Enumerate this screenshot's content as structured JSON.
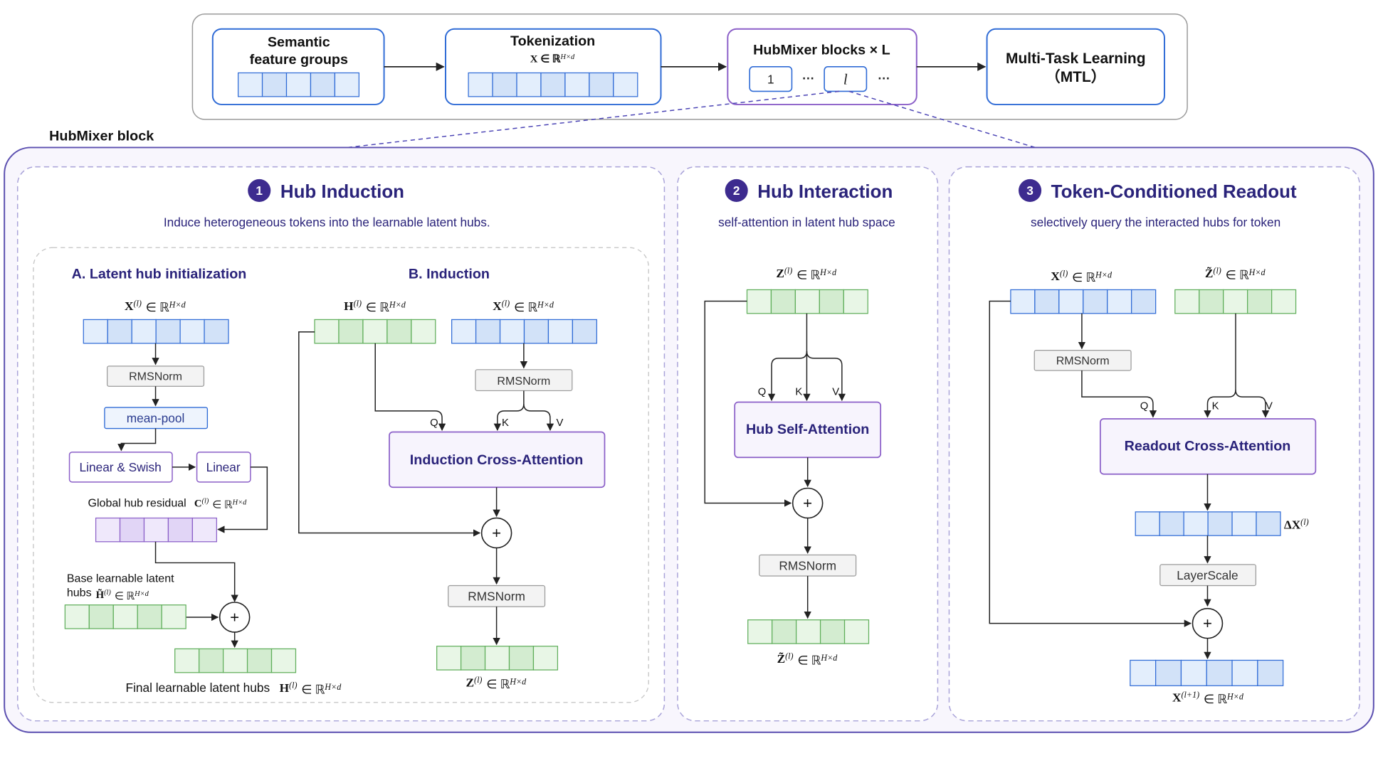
{
  "overview": {
    "semantic": "Semantic\nfeature groups",
    "tokenization": "Tokenization",
    "tokenization_math": "X ∈ ℝ^{H×d}",
    "hubmixer_blocks": "HubMixer blocks × L",
    "block_1": "1",
    "block_l": "l",
    "ellipsis": "···",
    "mtl": "Multi-Task Learning\n（MTL）"
  },
  "block_title": "HubMixer block",
  "panel1": {
    "number": "1",
    "title": "Hub Induction",
    "subtitle": "Induce heterogeneous tokens into the learnable latent hubs.",
    "sectionA": "A. Latent hub initialization",
    "sectionB": "B. Induction",
    "x_math": "X^{(l)} ∈ ℝ^{H×d}",
    "h_math": "H^{(l)} ∈ ℝ^{H×d}",
    "rmsnorm": "RMSNorm",
    "meanpool": "mean-pool",
    "linear_swish": "Linear & Swish",
    "linear": "Linear",
    "global_residual": "Global hub residual",
    "c_math": "C^{(l)} ∈ ℝ^{H×d}",
    "base_hubs": "Base learnable latent\nhubs",
    "htilde_math": "H̃^{(l)} ∈ ℝ^{H×d}",
    "final_hubs": "Final learnable latent hubs",
    "hfinal_math": "H^{(l)} ∈ ℝ^{H×d}",
    "induction_ca": "Induction Cross-Attention",
    "q": "Q",
    "k": "K",
    "v": "V",
    "z_math": "Z^{(l)} ∈ ℝ^{H×d}",
    "plus": "+"
  },
  "panel2": {
    "number": "2",
    "title": "Hub Interaction",
    "subtitle": "self-attention in latent hub space",
    "z_math": "Z^{(l)} ∈ ℝ^{H×d}",
    "hub_sa": "Hub Self-Attention",
    "rmsnorm": "RMSNorm",
    "ztilde_math": "Z̃^{(l)} ∈ ℝ^{H×d}",
    "q": "Q",
    "k": "K",
    "v": "V",
    "plus": "+"
  },
  "panel3": {
    "number": "3",
    "title": "Token-Conditioned Readout",
    "subtitle": "selectively query the interacted hubs for token",
    "x_math": "X^{(l)} ∈ ℝ^{H×d}",
    "ztilde_math": "Z̃^{(l)} ∈ ℝ^{H×d}",
    "rmsnorm": "RMSNorm",
    "readout_ca": "Readout Cross-Attention",
    "delta_math": "ΔX^{(l)}",
    "layerscale": "LayerScale",
    "xnext_math": "X^{(l+1)} ∈ ℝ^{H×d}",
    "q": "Q",
    "k": "K",
    "v": "V",
    "plus": "+"
  },
  "colors": {
    "blue_border": "#2f6bd6",
    "purple_border": "#8b5fc8",
    "navy_text": "#2a237a",
    "badge": "#3d2b8f",
    "token_blue_fill": "#e3eefc",
    "token_green_fill": "#e8f6e6",
    "token_purple_fill": "#efe8fb"
  }
}
